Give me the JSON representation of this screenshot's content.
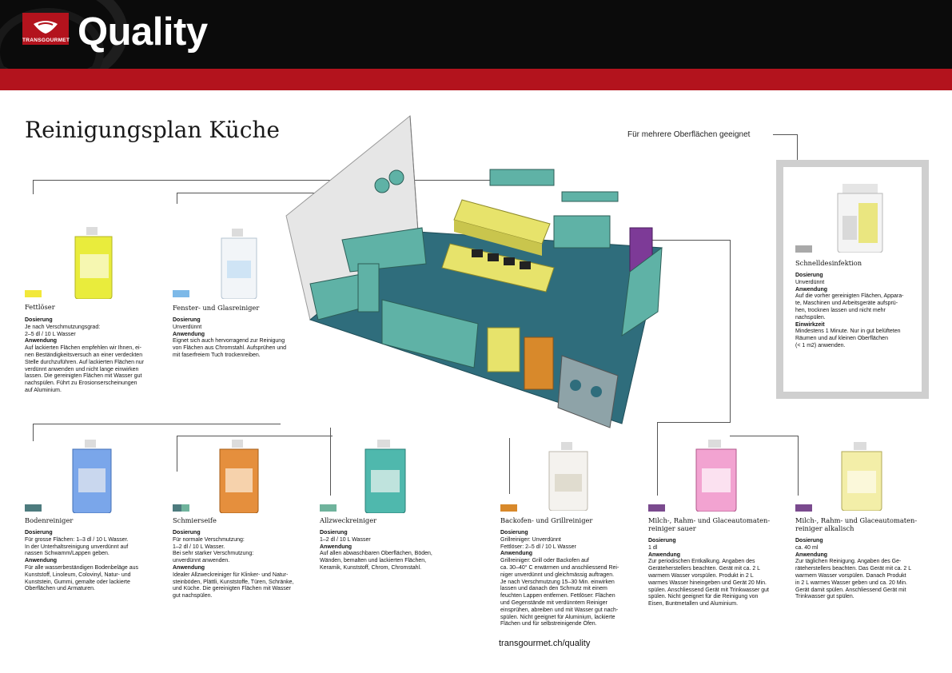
{
  "brand": {
    "logo_text": "TRANSGOURMET",
    "title": "Quality"
  },
  "page": {
    "title": "Reinigungsplan Küche",
    "multi_surface_label": "Für mehrere Oberflächen geeignet",
    "url": "transgourmet.ch/quality"
  },
  "colors": {
    "header": "#0b0b0b",
    "red": "#b3131d",
    "kitchen_floor": "#2f6d7c",
    "kitchen_equipment": "#5fb2a6",
    "kitchen_island": "#e7e36b"
  },
  "products": [
    {
      "id": "fettloeser",
      "name": "Fettlöser",
      "swatch": [
        "#f2e83a"
      ],
      "bottle_color": "#e9ec3c",
      "lines": [
        {
          "b": true,
          "t": "Dosierung"
        },
        {
          "b": false,
          "t": "Je nach Verschmutzungsgrad:"
        },
        {
          "b": false,
          "t": "2–5 dl / 10 L Wasser"
        },
        {
          "b": true,
          "t": "Anwendung"
        },
        {
          "b": false,
          "t": "Auf lackierten Flächen empfehlen wir Ihnen, ei-"
        },
        {
          "b": false,
          "t": "nen Beständigkeitsversuch an einer verdeckten"
        },
        {
          "b": false,
          "t": "Stelle durchzuführen. Auf lackierten Flächen nur"
        },
        {
          "b": false,
          "t": "verdünnt anwenden und nicht lange einwirken"
        },
        {
          "b": false,
          "t": "lassen. Die gereinigten Flächen mit Wasser gut"
        },
        {
          "b": false,
          "t": "nachspülen. Führt zu Erosionserscheinungen"
        },
        {
          "b": false,
          "t": "auf Aluminium."
        }
      ]
    },
    {
      "id": "glasreiniger",
      "name": "Fenster- und Glasreiniger",
      "swatch": [
        "#7db9e8"
      ],
      "bottle_color": "#f2f5f8",
      "lines": [
        {
          "b": true,
          "t": "Dosierung"
        },
        {
          "b": false,
          "t": "Unverdünnt"
        },
        {
          "b": true,
          "t": "Anwendung"
        },
        {
          "b": false,
          "t": "Eignet sich auch hervorragend zur Reinigung"
        },
        {
          "b": false,
          "t": "von Flächen aus Chromstahl. Aufsprühen und"
        },
        {
          "b": false,
          "t": "mit faserfreiem Tuch trockenreiben."
        }
      ]
    },
    {
      "id": "schnelldesinfektion",
      "name": "Schnelldesinfektion",
      "swatch": [
        "#a9a9a9"
      ],
      "bottle_color": "#f4f4f4",
      "lines": [
        {
          "b": true,
          "t": "Dosierung"
        },
        {
          "b": false,
          "t": "Unverdünnt"
        },
        {
          "b": true,
          "t": "Anwendung"
        },
        {
          "b": false,
          "t": "Auf die vorher gereinigten Flächen, Appara-"
        },
        {
          "b": false,
          "t": "te, Maschinen und Arbeitsgeräte aufsprü-"
        },
        {
          "b": false,
          "t": "hen, trocknen lassen und nicht mehr"
        },
        {
          "b": false,
          "t": "nachspülen."
        },
        {
          "b": true,
          "t": "Einwirkzeit"
        },
        {
          "b": false,
          "t": "Mindestens 1 Minute. Nur in gut belüfteten"
        },
        {
          "b": false,
          "t": "Räumen und auf kleinen Oberflächen"
        },
        {
          "b": false,
          "t": "(< 1 m2) anwenden."
        }
      ]
    },
    {
      "id": "bodenreiniger",
      "name": "Bodenreiniger",
      "swatch": [
        "#4d7b7e"
      ],
      "bottle_color": "#7aa6ea",
      "lines": [
        {
          "b": true,
          "t": "Dosierung"
        },
        {
          "b": false,
          "t": "Für grosse Flächen: 1–3 dl / 10 L Wasser."
        },
        {
          "b": false,
          "t": "In der Unterhaltsreinigung unverdünnt auf"
        },
        {
          "b": false,
          "t": "nassen Schwamm/Lappen geben."
        },
        {
          "b": true,
          "t": "Anwendung"
        },
        {
          "b": false,
          "t": "Für alle wasserbeständigen Bodenbeläge aus"
        },
        {
          "b": false,
          "t": "Kunststoff, Linoleum, Colovinyl, Natur- und"
        },
        {
          "b": false,
          "t": "Kunststein, Gummi, gemalte oder lackierte"
        },
        {
          "b": false,
          "t": "Oberflächen und Armaturen."
        }
      ]
    },
    {
      "id": "schmierseife",
      "name": "Schmierseife",
      "swatch": [
        "#4d7b7e",
        "#6fb39c"
      ],
      "bottle_color": "#e58f3d",
      "lines": [
        {
          "b": true,
          "t": "Dosierung"
        },
        {
          "b": false,
          "t": "Für normale Verschmutzung:"
        },
        {
          "b": false,
          "t": "1–2 dl / 10 L Wasser."
        },
        {
          "b": false,
          "t": "Bei sehr starker Verschmutzung:"
        },
        {
          "b": false,
          "t": "unverdünnt anwenden."
        },
        {
          "b": true,
          "t": "Anwendung"
        },
        {
          "b": false,
          "t": "Idealer Allzweckreiniger für Klinker- und Natur-"
        },
        {
          "b": false,
          "t": "steinböden, Plättli, Kunststoffe, Türen, Schränke,"
        },
        {
          "b": false,
          "t": "und Küche. Die gereinigten Flächen mit Wasser"
        },
        {
          "b": false,
          "t": "gut nachspülen."
        }
      ]
    },
    {
      "id": "allzweckreiniger",
      "name": "Allzweckreiniger",
      "swatch": [
        "#6fb39c"
      ],
      "bottle_color": "#4fb8ad",
      "lines": [
        {
          "b": true,
          "t": "Dosierung"
        },
        {
          "b": false,
          "t": "1–2 dl / 10 L Wasser"
        },
        {
          "b": true,
          "t": "Anwendung"
        },
        {
          "b": false,
          "t": "Auf allen abwaschbaren Oberflächen, Böden,"
        },
        {
          "b": false,
          "t": "Wänden, bemalten und lackierten Flächen,"
        },
        {
          "b": false,
          "t": "Keramik, Kunststoff, Chrom, Chromstahl."
        }
      ]
    },
    {
      "id": "backofen",
      "name": "Backofen- und Grillreiniger",
      "swatch": [
        "#d8892b"
      ],
      "bottle_color": "#f4f2ee",
      "lines": [
        {
          "b": true,
          "t": "Dosierung"
        },
        {
          "b": false,
          "t": "Grillreiniger: Unverdünnt"
        },
        {
          "b": false,
          "t": "Fettlöser: 2–5 dl / 10 L Wasser"
        },
        {
          "b": true,
          "t": "Anwendung"
        },
        {
          "b": false,
          "t": "Grillreiniger: Grill oder Backofen auf"
        },
        {
          "b": false,
          "t": "ca. 30–40° C erwärmen und anschliessend Rei-"
        },
        {
          "b": false,
          "t": "niger unverdünnt und gleichmässig auftragen."
        },
        {
          "b": false,
          "t": "Je nach Verschmutzung 15–30 Min. einwirken"
        },
        {
          "b": false,
          "t": "lassen und danach den Schmutz mit einem"
        },
        {
          "b": false,
          "t": "feuchten Lappen entfernen. Fettlöser: Flächen"
        },
        {
          "b": false,
          "t": "und Gegenstände mit verdünntem Reiniger"
        },
        {
          "b": false,
          "t": "einsprühen, abreiben und mit Wasser gut nach-"
        },
        {
          "b": false,
          "t": "spülen. Nicht geeignet für Aluminium, lackierte"
        },
        {
          "b": false,
          "t": "Flächen und für selbstreinigende Öfen."
        }
      ]
    },
    {
      "id": "milch_sauer",
      "name": "Milch-, Rahm- und Glaceautomaten-",
      "name2": "reiniger sauer",
      "swatch": [
        "#7a4a8e"
      ],
      "bottle_color": "#f2a3d1",
      "lines": [
        {
          "b": true,
          "t": "Dosierung"
        },
        {
          "b": false,
          "t": "1 dl"
        },
        {
          "b": true,
          "t": "Anwendung"
        },
        {
          "b": false,
          "t": "Zur periodischen Entkalkung. Angaben des"
        },
        {
          "b": false,
          "t": "Geräteherstellers beachten. Gerät mit ca. 2 L"
        },
        {
          "b": false,
          "t": "warmem Wasser vorspülen. Produkt in 2 L"
        },
        {
          "b": false,
          "t": "warmes Wasser hineingeben und Gerät 20 Min."
        },
        {
          "b": false,
          "t": "spülen. Anschliessend Gerät mit Trinkwasser gut"
        },
        {
          "b": false,
          "t": "spülen. Nicht geeignet für die Reinigung von"
        },
        {
          "b": false,
          "t": "Eisen, Buntmetallen und Aluminium."
        }
      ]
    },
    {
      "id": "milch_alkalisch",
      "name": "Milch-, Rahm- und Glaceautomaten-",
      "name2": "reiniger alkalisch",
      "swatch": [
        "#7a4a8e"
      ],
      "bottle_color": "#f3eea8",
      "lines": [
        {
          "b": true,
          "t": "Dosierung"
        },
        {
          "b": false,
          "t": "ca. 40 ml"
        },
        {
          "b": true,
          "t": "Anwendung"
        },
        {
          "b": false,
          "t": "Zur täglichen Reinigung. Angaben des Ge-"
        },
        {
          "b": false,
          "t": "räteherstellers beachten. Das Gerät mit ca. 2 L"
        },
        {
          "b": false,
          "t": "warmem Wasser vorspülen. Danach Produkt"
        },
        {
          "b": false,
          "t": "in 2 L warmes Wasser geben und ca. 20 Min."
        },
        {
          "b": false,
          "t": "Gerät damit spülen. Anschliessend Gerät mit"
        },
        {
          "b": false,
          "t": "Trinkwasser gut spülen."
        }
      ]
    }
  ]
}
